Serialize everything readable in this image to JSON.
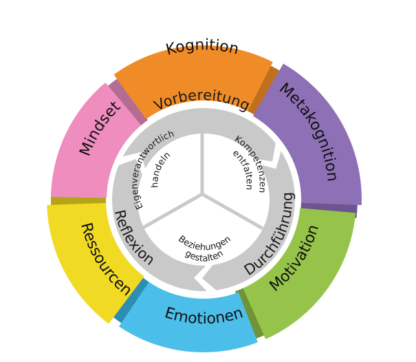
{
  "diagram": {
    "outer_segments": [
      {
        "id": "kognition",
        "label": "Kognition",
        "color": "#F08C27",
        "fold_color": "#C06F1E"
      },
      {
        "id": "metakognition",
        "label": "Metakognition",
        "color": "#8E70B6",
        "fold_color": "#6C5590"
      },
      {
        "id": "motivation",
        "label": "Motivation",
        "color": "#96C44A",
        "fold_color": "#6F9335"
      },
      {
        "id": "emotionen",
        "label": "Emotionen",
        "color": "#4BBFEA",
        "fold_color": "#2E8DB2"
      },
      {
        "id": "ressourcen",
        "label": "Ressourcen",
        "color": "#F0DA24",
        "fold_color": "#B5A419"
      },
      {
        "id": "mindset",
        "label": "Mindset",
        "color": "#EE8DBE",
        "fold_color": "#B56C94"
      }
    ],
    "phases": [
      {
        "id": "vorbereitung",
        "label": "Vorbereitung"
      },
      {
        "id": "durchfuehrung",
        "label": "Durchführung"
      },
      {
        "id": "reflexion",
        "label": "Reflexion"
      }
    ],
    "phase_ring_color": "#C9C9C9",
    "divider_color": "#C9C9C9",
    "center_sections": [
      {
        "id": "eigenverantwortlich",
        "line1": "Eigenverantwortlich",
        "line2": "handeln"
      },
      {
        "id": "kompetenzen",
        "line1": "Kompetenzen",
        "line2": "entfalten"
      },
      {
        "id": "beziehungen",
        "line1": "Beziehungen",
        "line2": "gestalten"
      }
    ]
  }
}
